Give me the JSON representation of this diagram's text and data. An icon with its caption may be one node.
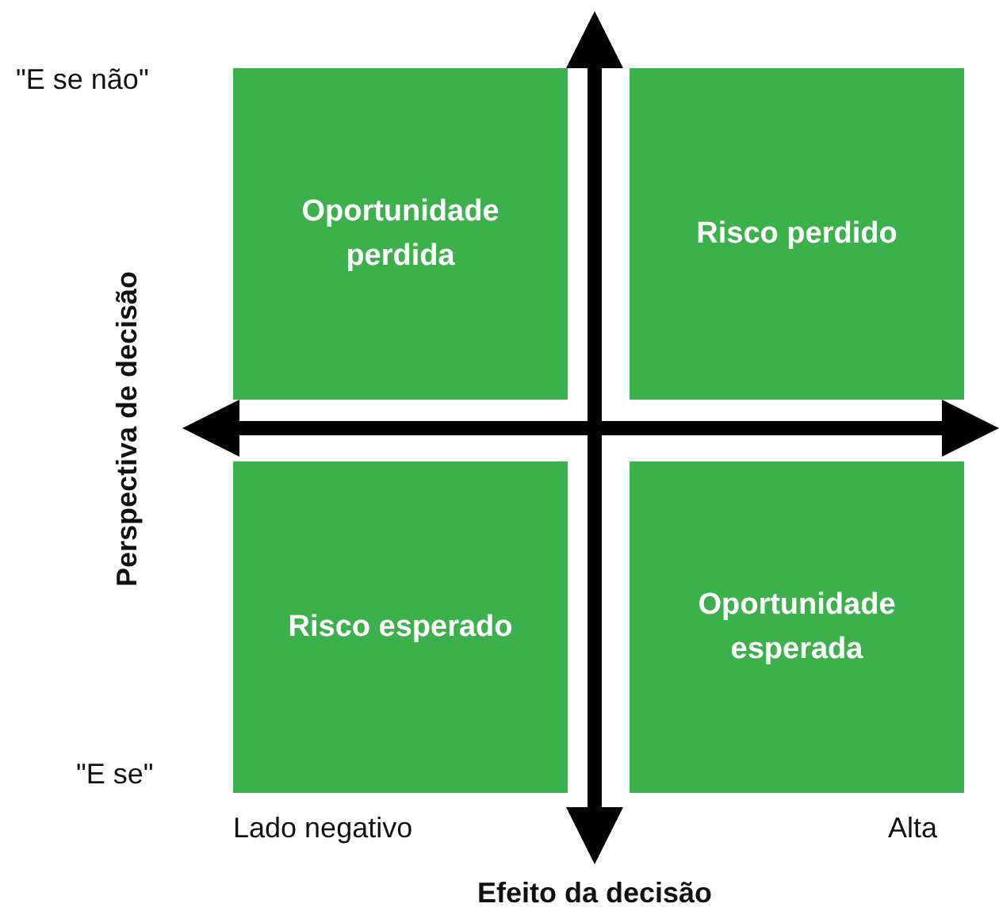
{
  "diagram": {
    "nodes": [
      {
        "text": [
          "Oportunidade perdida"
        ]
      },
      {
        "text": [
          "Risco perdido"
        ]
      },
      {
        "text": [
          "Risco esperado"
        ]
      },
      {
        "text": [
          "Oportunidade esperada"
        ]
      }
    ],
    "edges": [],
    "labels": [
      "\"E se não\"",
      "Perspectiva de decisão",
      "\"E se\"",
      "Lado negativo",
      "Alta",
      "Efeito da decisão"
    ]
  }
}
